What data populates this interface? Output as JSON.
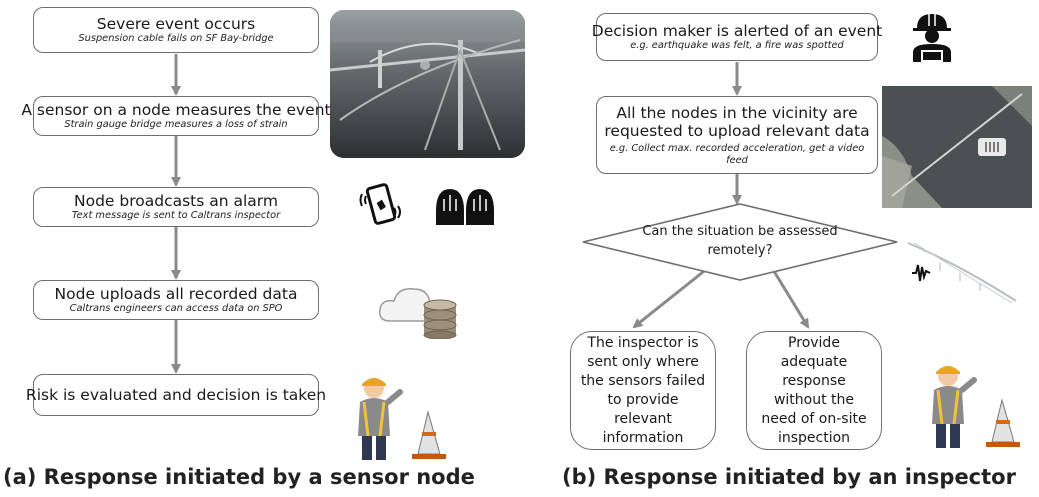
{
  "panel_a": {
    "steps": [
      {
        "title": "Severe event occurs",
        "detail": "Suspension cable fails on SF Bay-bridge"
      },
      {
        "title": "A sensor on a node measures the event",
        "detail": "Strain gauge bridge measures a loss of strain"
      },
      {
        "title": "Node broadcasts an alarm",
        "detail": "Text message is sent to Caltrans inspector"
      },
      {
        "title": "Node uploads all recorded data",
        "detail": "Caltrans engineers can access data on SPO"
      },
      {
        "title": "Risk is evaluated and decision  is taken",
        "detail": ""
      }
    ],
    "caption": "(a) Response initiated by a sensor node"
  },
  "panel_b": {
    "steps": [
      {
        "title": "Decision maker is alerted of an event",
        "detail": "e.g. earthquake was felt, a fire was spotted"
      },
      {
        "title_lines": [
          "All the nodes in the vicinity are",
          "requested to upload relevant data"
        ],
        "detail_lines": [
          "e.g. Collect max. recorded acceleration, get a video",
          "feed"
        ]
      }
    ],
    "decision": [
      "Can the situation be assessed",
      "remotely?"
    ],
    "outcomes": [
      {
        "lines": [
          "The inspector is",
          "sent only where",
          "the sensors failed",
          "to provide relevant",
          "information"
        ]
      },
      {
        "lines": [
          "Provide",
          "adequate",
          "response",
          "without the",
          "need of on-site",
          "inspection"
        ]
      }
    ],
    "caption": "(b) Response initiated by an inspector"
  },
  "colors": {
    "arrow": "#8a8a8a",
    "box_border": "#6e6e6e",
    "text": "#1a1a1a"
  }
}
